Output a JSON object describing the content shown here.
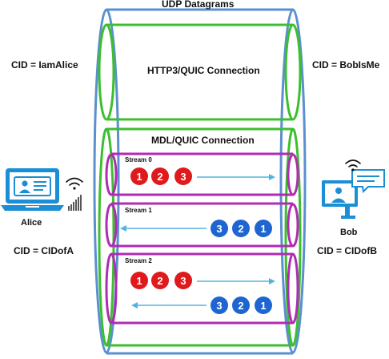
{
  "title": "UDP Datagrams",
  "http3_connection": {
    "label": "HTTP3/QUIC Connection",
    "cid_left": "CID = IamAlice",
    "cid_right": "CID = BobIsMe"
  },
  "mdl_connection": {
    "label": "MDL/QUIC Connection",
    "cid_left": "CID = CIDofA",
    "cid_right": "CID = CIDofB"
  },
  "endpoints": {
    "left": "Alice",
    "right": "Bob"
  },
  "streams": [
    {
      "label": "Stream 0",
      "packets_to_bob": [
        "1",
        "2",
        "3"
      ],
      "packets_to_alice": []
    },
    {
      "label": "Stream 1",
      "packets_to_bob": [],
      "packets_to_alice": [
        "3",
        "2",
        "1"
      ]
    },
    {
      "label": "Stream 2",
      "packets_to_bob": [
        "1",
        "2",
        "3"
      ],
      "packets_to_alice": [
        "3",
        "2",
        "1"
      ]
    }
  ],
  "colors": {
    "udp_outline": "#5b8fd0",
    "connection_outline": "#3cbf2f",
    "stream_outline": "#b02cb3",
    "packet_to_bob": "#e0191c",
    "packet_to_alice": "#1f65d1",
    "arrow": "#50b4e0",
    "device": "#1a8fd6"
  },
  "icons": [
    "laptop-id-card-icon",
    "wifi-icon",
    "signal-bars-icon",
    "monitor-person-icon",
    "wifi-icon"
  ]
}
